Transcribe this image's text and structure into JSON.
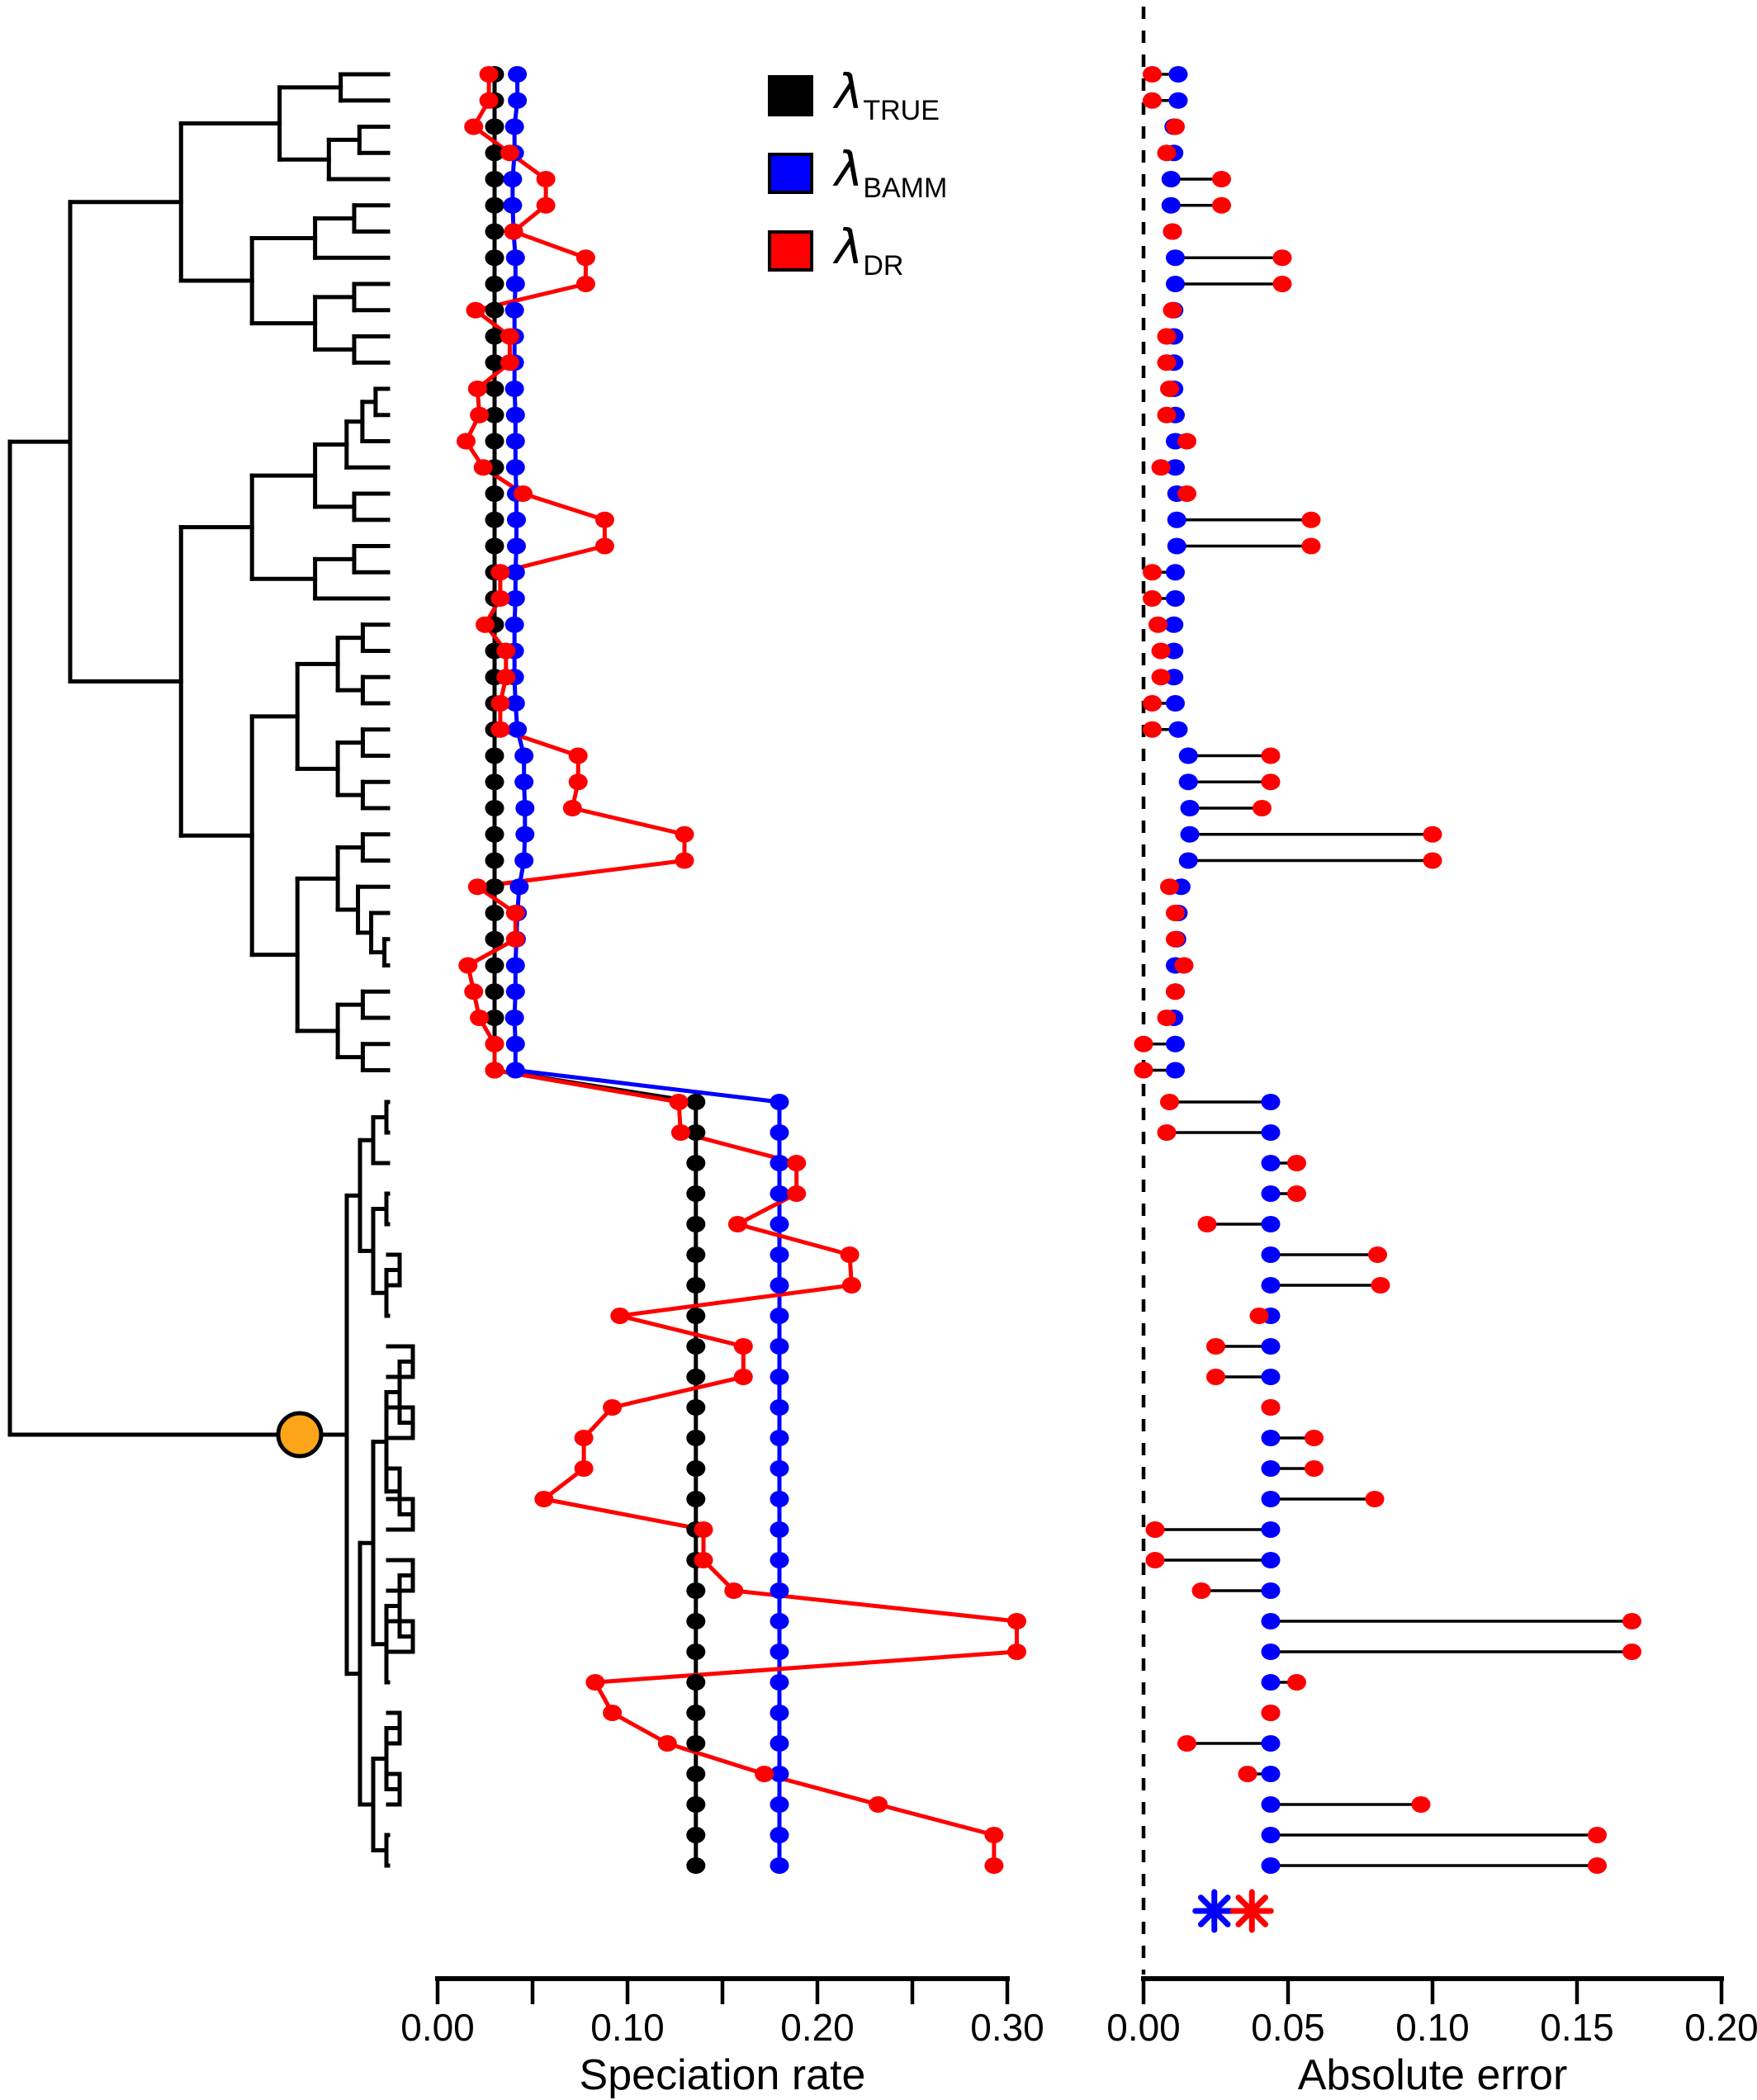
{
  "figure": {
    "background": "#FFFFFF",
    "description": "Phylogenetic tree with per-tip speciation rate estimates (true, BAMM, DR) and per-tip absolute error dumbbell panel"
  },
  "colors": {
    "true": "#000000",
    "bamm": "#0000FF",
    "dr": "#FF0000",
    "shift_node": "#FFA519",
    "connector": "#000000",
    "dashed_zero_line": "#000000"
  },
  "legend": {
    "items": [
      {
        "symbol": "λ",
        "subscript": "TRUE",
        "color": "#000000"
      },
      {
        "symbol": "λ",
        "subscript": "BAMM",
        "color": "#0000FF"
      },
      {
        "symbol": "λ",
        "subscript": "DR",
        "color": "#FF0000"
      }
    ]
  },
  "axes": {
    "speciation": {
      "title": "Speciation rate",
      "min": 0.0,
      "max": 0.3,
      "ticks": [
        {
          "v": 0.0,
          "label": "0.00"
        },
        {
          "v": 0.05,
          "label": ""
        },
        {
          "v": 0.1,
          "label": "0.10"
        },
        {
          "v": 0.15,
          "label": ""
        },
        {
          "v": 0.2,
          "label": "0.20"
        },
        {
          "v": 0.25,
          "label": ""
        },
        {
          "v": 0.3,
          "label": "0.30"
        }
      ]
    },
    "error": {
      "title": "Absolute error",
      "min": 0.0,
      "max": 0.2,
      "ticks": [
        {
          "v": 0.0,
          "label": "0.00"
        },
        {
          "v": 0.05,
          "label": "0.05"
        },
        {
          "v": 0.1,
          "label": "0.10"
        },
        {
          "v": 0.15,
          "label": "0.15"
        },
        {
          "v": 0.2,
          "label": "0.20"
        }
      ]
    }
  },
  "tree": {
    "n_tips": 65,
    "n_low_rate_tips": 39,
    "n_high_rate_tips": 26,
    "shift_node_marker": "orange-circle"
  },
  "chart_data": {
    "type": "scatter",
    "subtype": "phylogeny tip-rate columns + absolute-error dumbbell plot",
    "title": "",
    "xlabel_left_panel": "Speciation rate",
    "xlabel_right_panel": "Absolute error",
    "xlim_rate": [
      0.0,
      0.3
    ],
    "xlim_error": [
      0.0,
      0.2
    ],
    "grid": false,
    "legend_position": "top-center",
    "series": [
      {
        "name": "lambda_TRUE",
        "color": "#000000",
        "values": [
          0.03,
          0.03,
          0.03,
          0.03,
          0.03,
          0.03,
          0.03,
          0.03,
          0.03,
          0.03,
          0.03,
          0.03,
          0.03,
          0.03,
          0.03,
          0.03,
          0.03,
          0.03,
          0.03,
          0.03,
          0.03,
          0.03,
          0.03,
          0.03,
          0.03,
          0.03,
          0.03,
          0.03,
          0.03,
          0.03,
          0.03,
          0.03,
          0.03,
          0.03,
          0.03,
          0.03,
          0.03,
          0.03,
          0.03,
          0.136,
          0.136,
          0.136,
          0.136,
          0.136,
          0.136,
          0.136,
          0.136,
          0.136,
          0.136,
          0.136,
          0.136,
          0.136,
          0.136,
          0.136,
          0.136,
          0.136,
          0.136,
          0.136,
          0.136,
          0.136,
          0.136,
          0.136,
          0.136,
          0.136,
          0.136
        ]
      },
      {
        "name": "lambda_BAMM",
        "color": "#0000FF",
        "values": [
          0.042,
          0.042,
          0.0405,
          0.0405,
          0.0395,
          0.0395,
          0.04,
          0.041,
          0.041,
          0.0405,
          0.0405,
          0.0405,
          0.0405,
          0.041,
          0.041,
          0.041,
          0.0415,
          0.0415,
          0.0415,
          0.041,
          0.041,
          0.0405,
          0.0405,
          0.0405,
          0.041,
          0.042,
          0.0455,
          0.0455,
          0.046,
          0.046,
          0.0455,
          0.043,
          0.042,
          0.0415,
          0.041,
          0.041,
          0.0405,
          0.041,
          0.041,
          0.18,
          0.18,
          0.18,
          0.18,
          0.18,
          0.18,
          0.18,
          0.18,
          0.18,
          0.18,
          0.18,
          0.18,
          0.18,
          0.18,
          0.18,
          0.18,
          0.18,
          0.18,
          0.18,
          0.18,
          0.18,
          0.18,
          0.18,
          0.18,
          0.18,
          0.18
        ]
      },
      {
        "name": "lambda_DR",
        "color": "#FF0000",
        "values": [
          0.027,
          0.027,
          0.019,
          0.038,
          0.057,
          0.057,
          0.04,
          0.078,
          0.078,
          0.02,
          0.038,
          0.038,
          0.021,
          0.022,
          0.015,
          0.024,
          0.045,
          0.088,
          0.088,
          0.033,
          0.033,
          0.025,
          0.036,
          0.036,
          0.033,
          0.033,
          0.074,
          0.074,
          0.071,
          0.13,
          0.13,
          0.021,
          0.041,
          0.041,
          0.016,
          0.019,
          0.022,
          0.03,
          0.03,
          0.127,
          0.128,
          0.189,
          0.189,
          0.158,
          0.217,
          0.218,
          0.096,
          0.161,
          0.161,
          0.092,
          0.077,
          0.077,
          0.056,
          0.14,
          0.14,
          0.156,
          0.305,
          0.305,
          0.083,
          0.092,
          0.121,
          0.172,
          0.232,
          0.293,
          0.293
        ]
      }
    ],
    "error_panel": {
      "definition": "absolute error = |estimated tip rate - true tip rate|, blue = BAMM, red = DR, pair joined by black line, dashed line at 0",
      "mean_error_bamm": 0.0245,
      "mean_error_dr": 0.0375,
      "mean_marker": "asterisk"
    }
  }
}
